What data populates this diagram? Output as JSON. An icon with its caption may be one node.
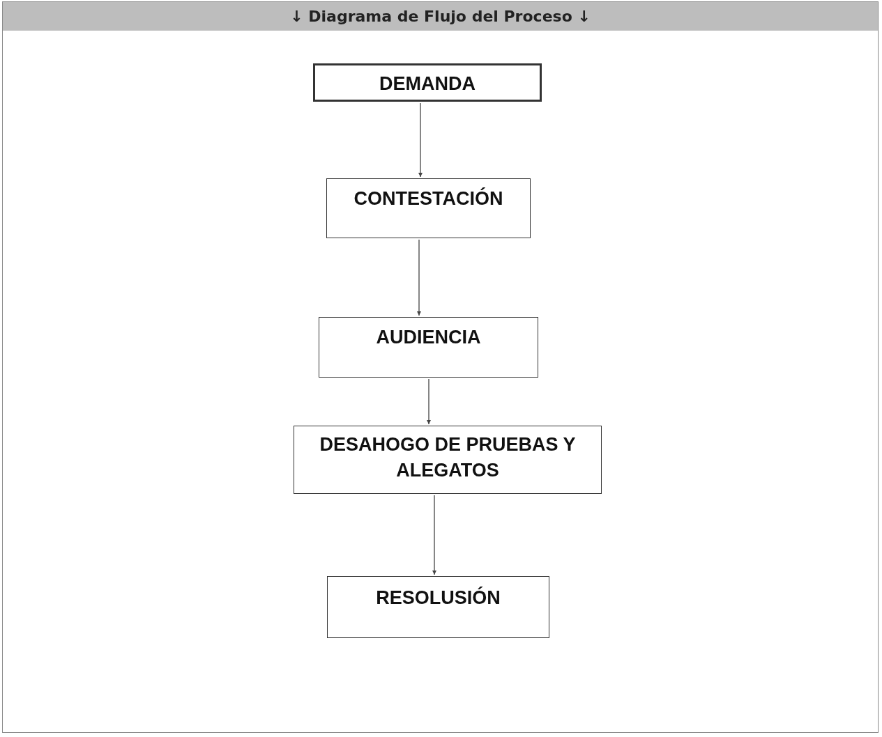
{
  "diagram": {
    "title": "↓ Diagrama de Flujo del Proceso ↓",
    "nodes": [
      {
        "text": [
          "DEMANDA"
        ]
      },
      {
        "text": [
          "CONTESTACIÓN"
        ]
      },
      {
        "text": [
          "AUDIENCIA"
        ]
      },
      {
        "text": [
          "DESAHOGO DE PRUEBAS Y ALEGATOS"
        ]
      },
      {
        "text": [
          "RESOLUSIÓN"
        ]
      }
    ],
    "edges": [
      {
        "from": 0,
        "to": 1,
        "arrow": "to"
      },
      {
        "from": 1,
        "to": 2,
        "arrow": "to"
      },
      {
        "from": 2,
        "to": 3,
        "arrow": "to"
      },
      {
        "from": 3,
        "to": 4,
        "arrow": "to"
      }
    ]
  }
}
